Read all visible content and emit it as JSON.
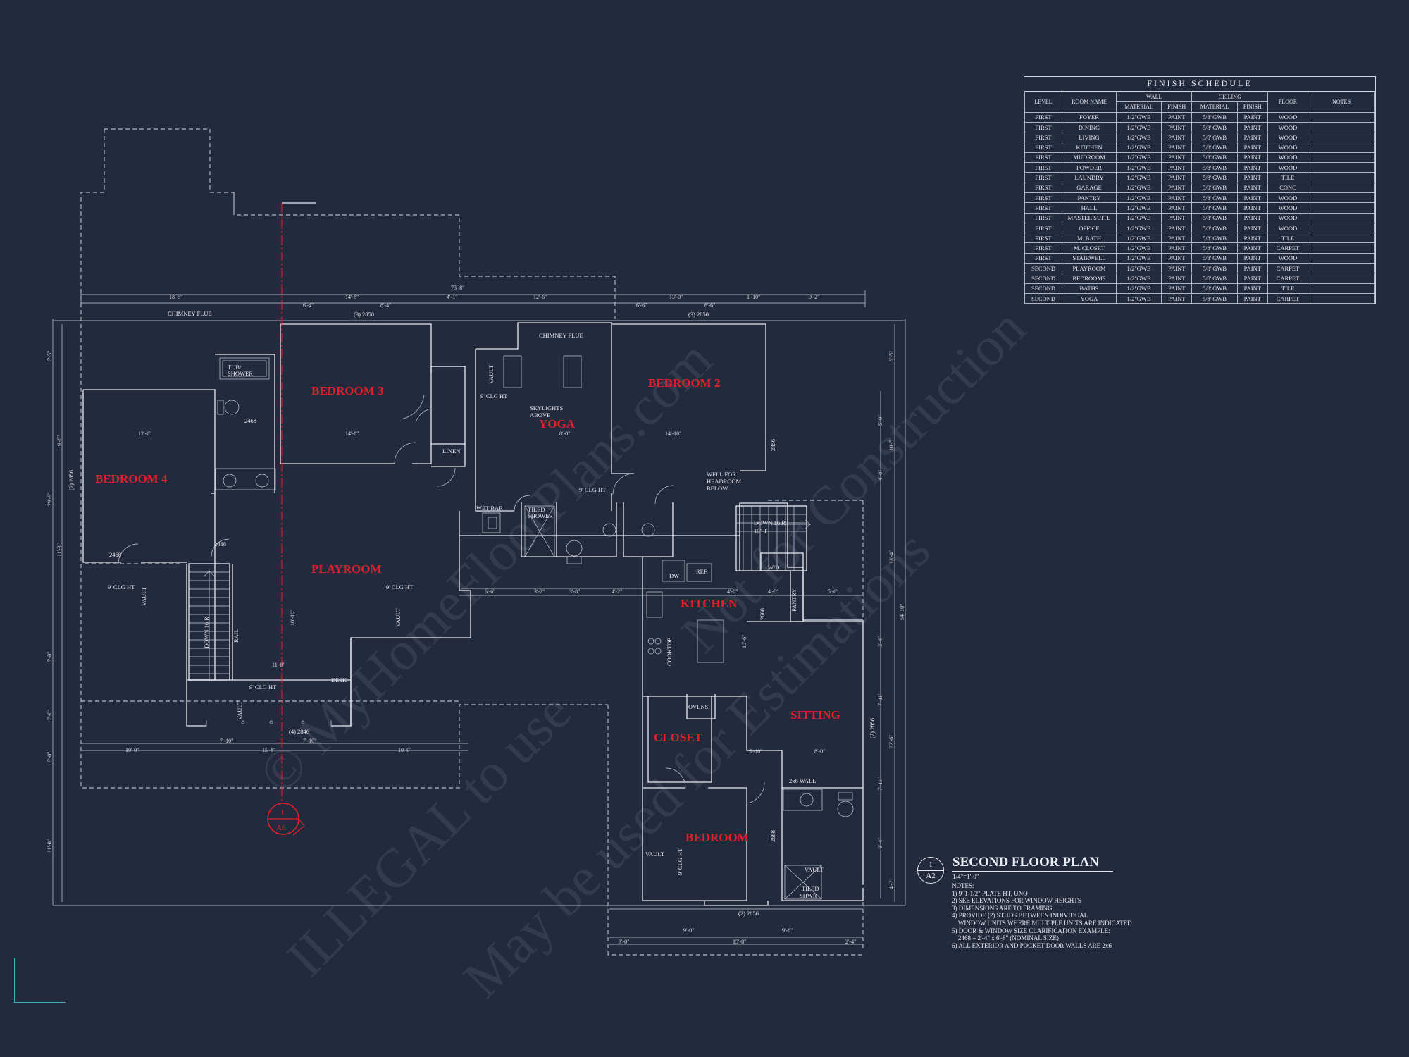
{
  "sheet": {
    "title": "SECOND FLOOR PLAN",
    "detail_number": "1",
    "sheet_number": "A2",
    "scale": "1/4\"=1'-0\"",
    "section_marker": {
      "number": "1",
      "sheet": "A6"
    }
  },
  "rooms": {
    "bedroom4": "BEDROOM 4",
    "bedroom3": "BEDROOM 3",
    "bedroom2": "BEDROOM 2",
    "bedroom": "BEDROOM",
    "yoga": "YOGA",
    "playroom": "PLAYROOM",
    "kitchen": "KITCHEN",
    "sitting": "SITTING",
    "closet": "CLOSET"
  },
  "labels": {
    "chimney_flue_1": "CHIMNEY FLUE",
    "chimney_flue_2": "CHIMNEY FLUE",
    "tub_shower_1": "TUB/",
    "tub_shower_2": "SHOWER",
    "skylights_1": "SKYLIGHTS",
    "skylights_2": "ABOVE",
    "linen": "LINEN",
    "wet_bar": "WET BAR",
    "tiled_shower_1": "TILED",
    "tiled_shower_2": "SHOWER",
    "well_1": "WELL FOR",
    "well_2": "HEADROOM",
    "well_3": "BELOW",
    "down_16r": "DOWN 16 R",
    "down_10t": "10\" T",
    "ref": "REF",
    "dw": "DW",
    "wd": "W/D",
    "pantry": "PANTRY",
    "cooktop": "COOKTOP",
    "ovens": "OVENS",
    "desk": "DESK",
    "rail": "RAIL",
    "down_stair": "DOWN 16 R",
    "wall_2x6": "2x6 WALL",
    "tiled_shwr_1": "TILED",
    "tiled_shwr_2": "SHWR",
    "vault": "VAULT",
    "clg_9": "9' CLG HT",
    "win_3_2850_a": "(3) 2850",
    "win_3_2850_b": "(3) 2850",
    "win_4_2846": "(4) 2846",
    "win_2_2856_a": "(2) 2856",
    "win_2_2856_b": "(2) 2856",
    "win_2_2856_c": "(2) 2856",
    "win_2856": "2856",
    "door_2468": "2468",
    "door_2668": "2668"
  },
  "dimensions": {
    "top_overall": "73'-8\"",
    "top_1": "18'-5\"",
    "top_2": "14'-8\"",
    "top_3": "4'-1\"",
    "top_4": "12'-6\"",
    "top_5": "13'-0\"",
    "top_6": "1'-10\"",
    "top_7": "9'-2\"",
    "top_8": "6'-4\"",
    "top_9": "8'-4\"",
    "top_10": "6'-6\"",
    "top_11": "6'-6\"",
    "b4_width": "12'-6\"",
    "b3_width": "14'-8\"",
    "b2_width": "14'-10\"",
    "yoga_width": "8'-0\"",
    "bot_1": "10'-0\"",
    "bot_2": "15'-8\"",
    "bot_3": "10'-0\"",
    "bot_4": "7'-10\"",
    "bot_5": "7'-10\"",
    "bot_6": "3'-0\"",
    "bot_7": "15'-8\"",
    "bot_8": "2'-4\"",
    "bot_9": "9'-0\"",
    "bot_10": "9'-8\"",
    "left_1": "6'-5\"",
    "left_2": "29'-9\"",
    "left_3": "9'-6\"",
    "left_4": "11'-3\"",
    "left_5": "8'-8\"",
    "left_6": "7'-0\"",
    "left_7": "6'-0\"",
    "left_8": "11'-0\"",
    "right_1": "6'-5\"",
    "right_2": "10'-5\"",
    "right_3": "5'-9\"",
    "right_4": "4'-8\"",
    "right_5": "13'-4\"",
    "right_6": "54'-10\"",
    "right_7": "3'-4\"",
    "right_8": "7'-11\"",
    "right_9": "22'-6\"",
    "right_10": "7'-11\"",
    "right_11": "3'-4\"",
    "right_12": "4'-2\"",
    "playroom_w": "11'-8\"",
    "playroom_h": "10'-10\"",
    "kitchen_h": "10'-6\"",
    "sitting_w1": "5'-10\"",
    "sitting_w2": "8'-0\"",
    "mid_1": "6'-6\"",
    "mid_2": "3'-2\"",
    "mid_3": "3'-8\"",
    "mid_4": "4'-2\"",
    "mid_5": "4'-0\"",
    "mid_6": "5'-6\"",
    "mid_7": "4'-8\""
  },
  "schedule": {
    "title": "FINISH SCHEDULE",
    "headers": {
      "level": "LEVEL",
      "room_name": "ROOM NAME",
      "wall": "WALL",
      "ceiling": "CEILING",
      "material": "MATERIAL",
      "finish": "FINISH",
      "floor": "FLOOR",
      "notes": "NOTES"
    },
    "rows": [
      [
        "FIRST",
        "FOYER",
        "1/2\"GWB",
        "PAINT",
        "5/8\"GWB",
        "PAINT",
        "WOOD",
        ""
      ],
      [
        "FIRST",
        "DINING",
        "1/2\"GWB",
        "PAINT",
        "5/8\"GWB",
        "PAINT",
        "WOOD",
        ""
      ],
      [
        "FIRST",
        "LIVING",
        "1/2\"GWB",
        "PAINT",
        "5/8\"GWB",
        "PAINT",
        "WOOD",
        ""
      ],
      [
        "FIRST",
        "KITCHEN",
        "1/2\"GWB",
        "PAINT",
        "5/8\"GWB",
        "PAINT",
        "WOOD",
        ""
      ],
      [
        "FIRST",
        "MUDROOM",
        "1/2\"GWB",
        "PAINT",
        "5/8\"GWB",
        "PAINT",
        "WOOD",
        ""
      ],
      [
        "FIRST",
        "POWDER",
        "1/2\"GWB",
        "PAINT",
        "5/8\"GWB",
        "PAINT",
        "WOOD",
        ""
      ],
      [
        "FIRST",
        "LAUNDRY",
        "1/2\"GWB",
        "PAINT",
        "5/8\"GWB",
        "PAINT",
        "TILE",
        ""
      ],
      [
        "FIRST",
        "GARAGE",
        "1/2\"GWB",
        "PAINT",
        "5/8\"GWB",
        "PAINT",
        "CONC",
        ""
      ],
      [
        "FIRST",
        "PANTRY",
        "1/2\"GWB",
        "PAINT",
        "5/8\"GWB",
        "PAINT",
        "WOOD",
        ""
      ],
      [
        "FIRST",
        "HALL",
        "1/2\"GWB",
        "PAINT",
        "5/8\"GWB",
        "PAINT",
        "WOOD",
        ""
      ],
      [
        "FIRST",
        "MASTER SUITE",
        "1/2\"GWB",
        "PAINT",
        "5/8\"GWB",
        "PAINT",
        "WOOD",
        ""
      ],
      [
        "FIRST",
        "OFFICE",
        "1/2\"GWB",
        "PAINT",
        "5/8\"GWB",
        "PAINT",
        "WOOD",
        ""
      ],
      [
        "FIRST",
        "M. BATH",
        "1/2\"GWB",
        "PAINT",
        "5/8\"GWB",
        "PAINT",
        "TILE",
        ""
      ],
      [
        "FIRST",
        "M. CLOSET",
        "1/2\"GWB",
        "PAINT",
        "5/8\"GWB",
        "PAINT",
        "CARPET",
        ""
      ],
      [
        "FIRST",
        "STAIRWELL",
        "1/2\"GWB",
        "PAINT",
        "5/8\"GWB",
        "PAINT",
        "WOOD",
        ""
      ],
      [
        "SECOND",
        "PLAYROOM",
        "1/2\"GWB",
        "PAINT",
        "5/8\"GWB",
        "PAINT",
        "CARPET",
        ""
      ],
      [
        "SECOND",
        "BEDROOMS",
        "1/2\"GWB",
        "PAINT",
        "5/8\"GWB",
        "PAINT",
        "CARPET",
        ""
      ],
      [
        "SECOND",
        "BATHS",
        "1/2\"GWB",
        "PAINT",
        "5/8\"GWB",
        "PAINT",
        "TILE",
        ""
      ],
      [
        "SECOND",
        "YOGA",
        "1/2\"GWB",
        "PAINT",
        "5/8\"GWB",
        "PAINT",
        "CARPET",
        ""
      ]
    ]
  },
  "notes": {
    "heading": "NOTES:",
    "lines": [
      "1) 9' 1-1/2\" PLATE HT, UNO",
      "2) SEE ELEVATIONS FOR WINDOW HEIGHTS",
      "3) DIMENSIONS ARE TO FRAMING",
      "4) PROVIDE (2) STUDS BETWEEN INDIVIDUAL",
      "    WINDOW UNITS WHERE MULTIPLE UNITS ARE INDICATED",
      "5) DOOR & WINDOW SIZE CLARIFICATION EXAMPLE:",
      "    2468 = 2'-4\" x 6'-8\" (NOMINAL SIZE)",
      "6) ALL EXTERIOR AND POCKET DOOR WALLS ARE 2x6"
    ]
  },
  "watermark": {
    "line1": "ILLEGAL to use",
    "line2": "© MyHomeFloorPlans.com",
    "line3": "May be used for Estimations",
    "line4": "Not for Construction"
  },
  "colors": {
    "background": "#232a3d",
    "room_label": "#e0202a",
    "linework": "#e8ebf2",
    "section_line": "#e0202a"
  }
}
